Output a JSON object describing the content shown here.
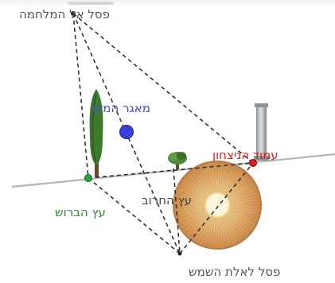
{
  "labels": {
    "war_statue": "פסל אל המלחמה",
    "water_reservoir": "מאגר המים",
    "victory_column": "עמוד הניצחון",
    "carob_tree": "עץ החרוב",
    "cypress_tree": "עץ הברוש",
    "sun_goddess_statue": "פסל לאלת השמש"
  },
  "colors": {
    "war_statue": "#555555",
    "water_reservoir": "#4b4bd8",
    "victory_column": "#e01b1b",
    "carob_tree": "#444444",
    "cypress_tree": "#2f8f2f",
    "sun_goddess_statue": "#555555",
    "point_green": "#2ea043",
    "point_red": "#e01b1b",
    "point_blue": "#3a3fe0",
    "line": "#333333",
    "ground": "#b5b5b5"
  }
}
